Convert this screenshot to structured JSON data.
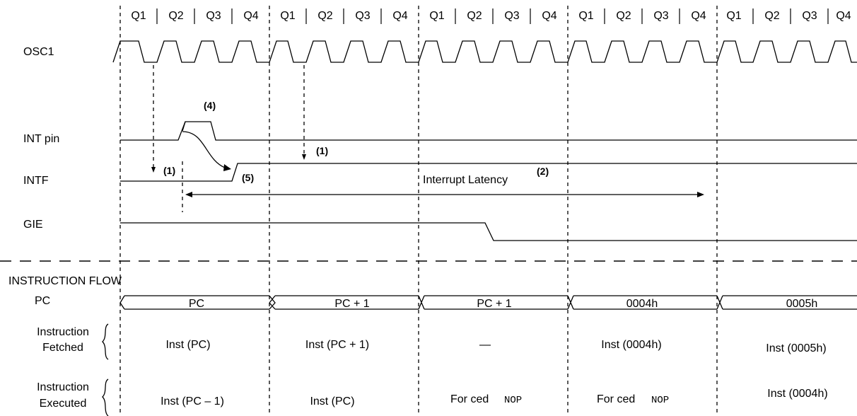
{
  "quarter_labels": [
    "Q1",
    "Q2",
    "Q3",
    "Q4",
    "Q1",
    "Q2",
    "Q3",
    "Q4",
    "Q1",
    "Q2",
    "Q3",
    "Q4",
    "Q1",
    "Q2",
    "Q3",
    "Q4",
    "Q1",
    "Q2",
    "Q3",
    "Q4"
  ],
  "signals": {
    "osc1": "OSC1",
    "int_pin": "INT pin",
    "intf": "INTF",
    "gie": "GIE"
  },
  "notes": {
    "n1a": "(1)",
    "n1b": "(1)",
    "n4": "(4)",
    "n5": "(5)",
    "latency": "Interrupt Latency",
    "latency_ref": "(2)"
  },
  "instruction_flow": {
    "title": "INSTRUCTION FLOW",
    "pc_label": "PC",
    "pc_values": [
      "PC",
      "PC + 1",
      "PC + 1",
      "0004h",
      "0005h"
    ],
    "fetched_label": [
      "Instruction",
      "Fetched"
    ],
    "fetched": [
      "Inst (PC)",
      "Inst (PC + 1)",
      "—",
      "Inst (0004h)",
      "Inst (0005h)"
    ],
    "executed_label": [
      "Instruction",
      "Executed"
    ],
    "executed": [
      "Inst (PC – 1)",
      "Inst (PC)",
      "For ced",
      "For ced",
      "Inst (0004h)"
    ],
    "executed_mono": [
      "",
      "",
      "NOP",
      "NOP",
      ""
    ]
  }
}
